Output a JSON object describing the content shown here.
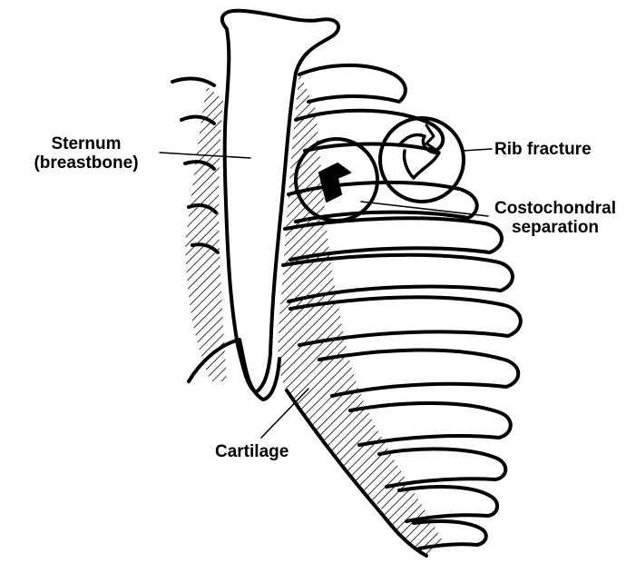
{
  "labels": {
    "sternum_line1": "Sternum",
    "sternum_line2": "(breastbone)",
    "rib_fracture": "Rib fracture",
    "costochondral_line1": "Costochondral",
    "costochondral_line2": "separation",
    "cartilage": "Cartilage"
  },
  "colors": {
    "ink": "#000000",
    "background": "#ffffff"
  }
}
